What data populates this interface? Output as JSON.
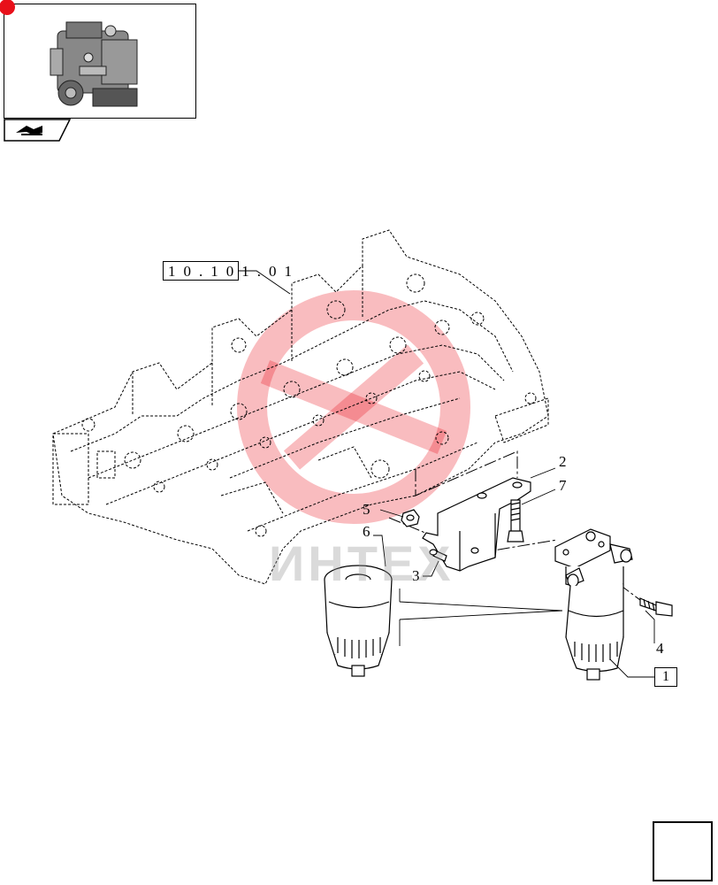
{
  "header": {
    "thumbnail": "engine-thumbnail",
    "section_icon": "arrow-right-icon"
  },
  "reference": {
    "text": "10.101.01"
  },
  "callouts": {
    "c1": "1",
    "c2": "2",
    "c3": "3",
    "c4": "4",
    "c5": "5",
    "c6": "6",
    "c7": "7"
  },
  "watermark": {
    "text": "ИНТЕХ",
    "color": "#e8101a"
  },
  "footer": {
    "nav_icon": "next-page-arrow-icon"
  },
  "colors": {
    "line": "#000000",
    "accent": "#e8101a",
    "background": "#ffffff"
  }
}
